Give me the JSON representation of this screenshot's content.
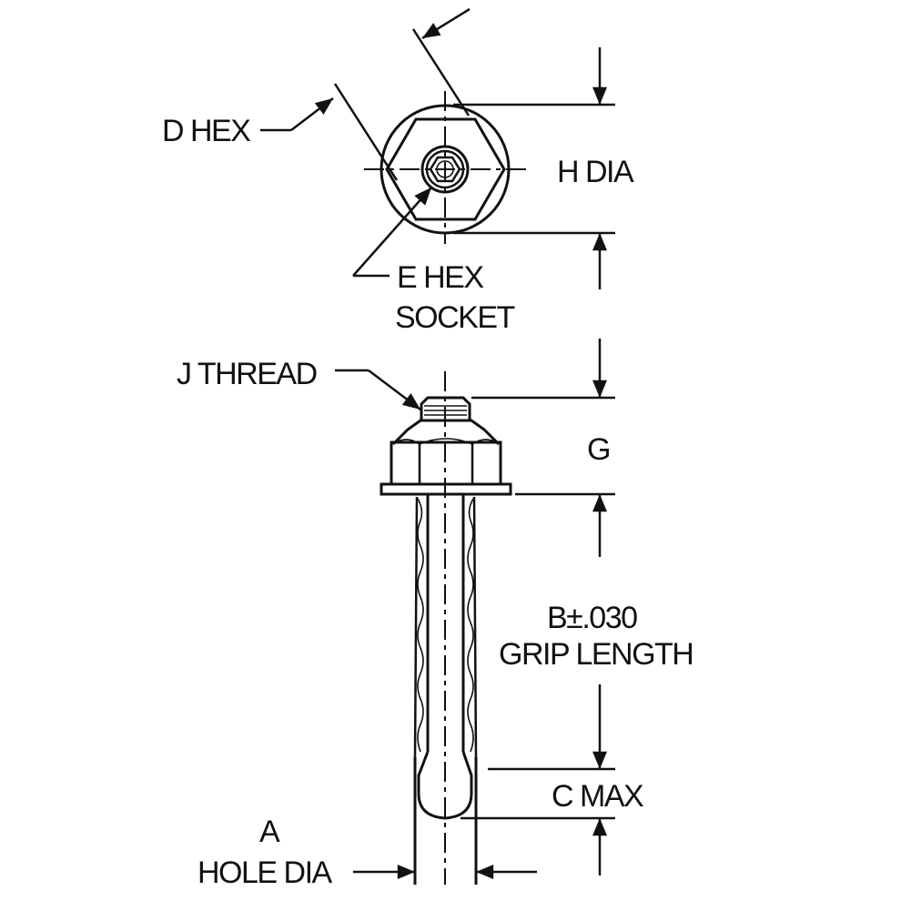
{
  "labels": {
    "d_hex": "D HEX",
    "h_dia": "H DIA",
    "e_hex": "E HEX",
    "socket": "SOCKET",
    "j_thread": "J THREAD",
    "g": "G",
    "b_tol": "B±.030",
    "grip_length": "GRIP LENGTH",
    "c_max": "C MAX",
    "a": "A",
    "hole_dia": "HOLE DIA"
  }
}
